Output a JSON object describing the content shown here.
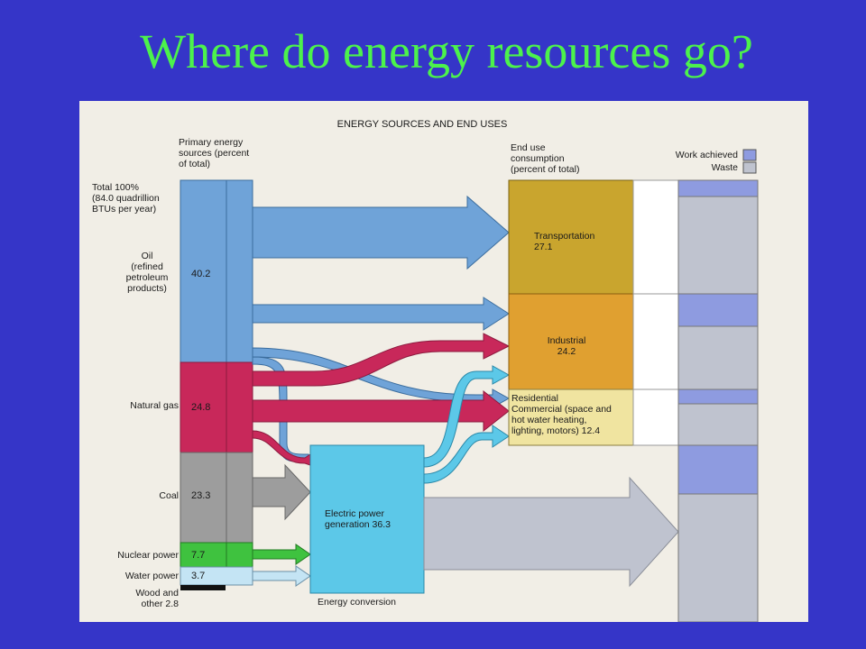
{
  "slide": {
    "title": "Where do energy resources go?"
  },
  "figure": {
    "heading": "ENERGY SOURCES AND END USES",
    "primary_header": "Primary energy\nsources (percent\nof total)",
    "total_label": "Total 100%\n(84.0 quadrillion\nBTUs per year)",
    "end_use_header": "End use\nconsumption\n(percent of total)",
    "legend": {
      "work": "Work achieved",
      "waste": "Waste"
    },
    "conversion_label": "Energy conversion",
    "sources": [
      {
        "name": "Oil\n(refined\npetroleum\nproducts)",
        "value": "40.2",
        "color": "#6fa3d8"
      },
      {
        "name": "Natural gas",
        "value": "24.8",
        "color": "#c8285a"
      },
      {
        "name": "Coal",
        "value": "23.3",
        "color": "#9d9d9d"
      },
      {
        "name": "Nuclear power",
        "value": "7.7",
        "color": "#3fc23f"
      },
      {
        "name": "Water power",
        "value": "3.7",
        "color": "#c4e4f4"
      },
      {
        "name": "Wood and\nother 2.8",
        "value": "",
        "color": "#111111"
      }
    ],
    "electric": {
      "label": "Electric power\ngeneration 36.3",
      "color": "#5cc8e8"
    },
    "end_uses": [
      {
        "label": "Transportation\n27.1",
        "color": "#c9a52e"
      },
      {
        "label": "Industrial\n24.2",
        "color": "#e0a030"
      },
      {
        "label": "Residential\nCommercial (space and\nhot water heating,\nlighting, motors) 12.4",
        "color": "#f0e4a0"
      }
    ],
    "colors": {
      "work": "#8e9be0",
      "waste": "#bfc3cf",
      "background": "#f1eee6"
    }
  }
}
